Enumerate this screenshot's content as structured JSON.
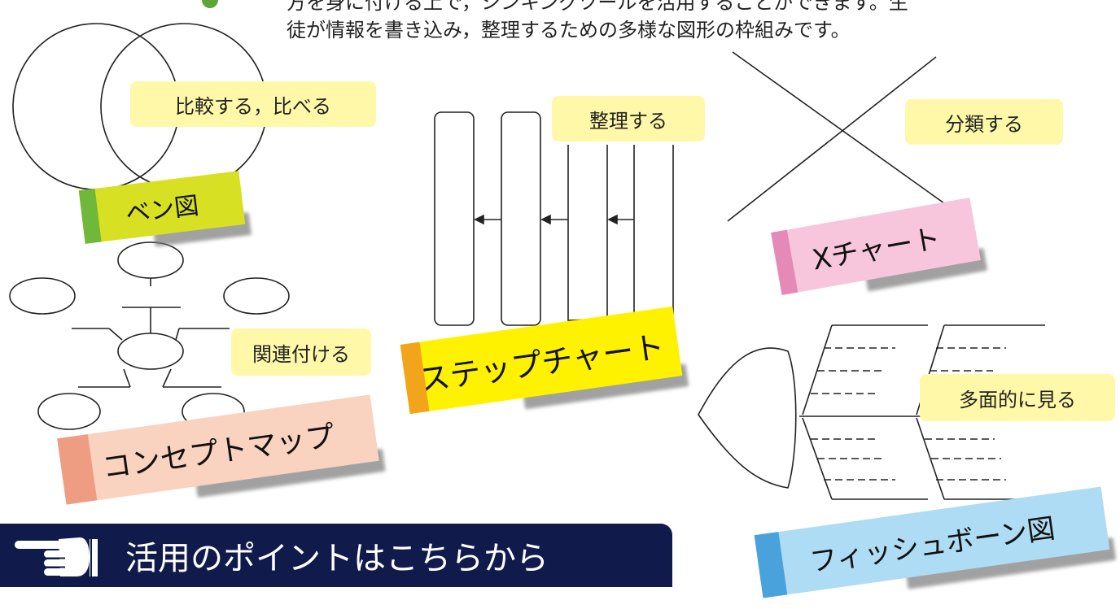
{
  "intro": {
    "line1": "方を身に付ける上で，シンキングツールを活用することができます。生",
    "line2": "徒が情報を書き込み，整理するための多様な図形の枠組みです。"
  },
  "tools": [
    {
      "name": "ベン図",
      "verb": "比較する，比べる",
      "color": "#d8e024",
      "band": "#6fb83a"
    },
    {
      "name": "ステップチャート",
      "verb": "整理する",
      "color": "#fff200",
      "band": "#f2a51a"
    },
    {
      "name": "Xチャート",
      "verb": "分類する",
      "color": "#f7c6dc",
      "band": "#e58ab6"
    },
    {
      "name": "コンセプトマップ",
      "verb": "関連付ける",
      "color": "#f9d2c0",
      "band": "#ef9d82"
    },
    {
      "name": "フィッシュボーン図",
      "verb": "多面的に見る",
      "color": "#aedcf4",
      "band": "#4aa2dc"
    }
  ],
  "cta": {
    "label": "活用のポイントはこちらから",
    "icon": "pointing-hand-icon"
  },
  "colors": {
    "cta_background": "#111b4b",
    "verb_background": "#fff8a8"
  }
}
